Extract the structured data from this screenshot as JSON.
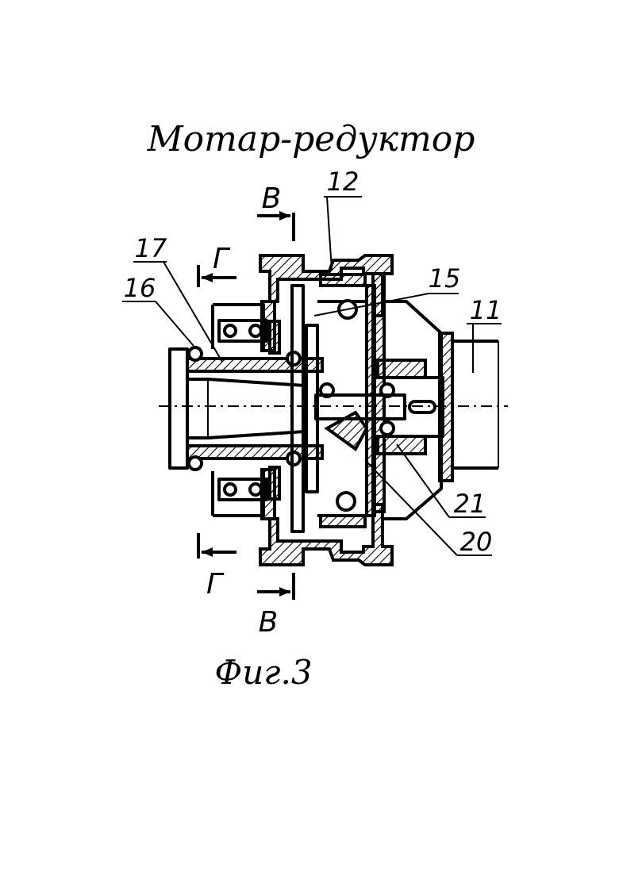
{
  "title": "Мотар-редуктор",
  "figure_caption": "Фиг.3",
  "labels": {
    "n11": "11",
    "n12": "12",
    "n15": "15",
    "n16": "16",
    "n17": "17",
    "n20": "20",
    "n21": "21"
  },
  "section_marks": {
    "v_top": "В",
    "v_bottom": "В",
    "g_top": "Г",
    "g_bottom": "Г"
  }
}
